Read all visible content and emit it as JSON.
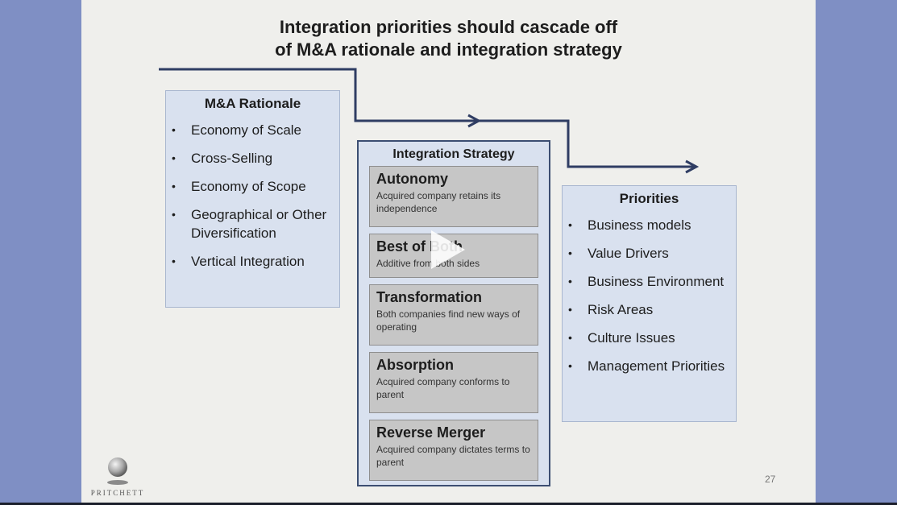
{
  "slide": {
    "title_line1": "Integration priorities should cascade off",
    "title_line2": "of M&A rationale and integration strategy",
    "page_number": "27"
  },
  "rationale": {
    "title": "M&A Rationale",
    "items": [
      "Economy of Scale",
      "Cross-Selling",
      "Economy of Scope",
      "Geographical or Other Diversification",
      "Vertical Integration"
    ]
  },
  "strategy": {
    "title": "Integration Strategy",
    "items": [
      {
        "heading": "Autonomy",
        "desc": "Acquired company retains its independence"
      },
      {
        "heading": "Best of Both",
        "desc": "Additive from both sides"
      },
      {
        "heading": "Transformation",
        "desc": "Both companies find new ways of operating"
      },
      {
        "heading": "Absorption",
        "desc": "Acquired company conforms to parent"
      },
      {
        "heading": "Reverse Merger",
        "desc": "Acquired company dictates terms to parent"
      }
    ]
  },
  "priorities": {
    "title": "Priorities",
    "items": [
      "Business models",
      "Value Drivers",
      "Business Environment",
      "Risk Areas",
      "Culture Issues",
      "Management Priorities"
    ]
  },
  "logo": {
    "text": "PRITCHETT",
    "icon": "sphere-logo-icon"
  },
  "player": {
    "icon": "play-icon"
  },
  "colors": {
    "frame": "#7f8fc4",
    "slide_background": "#efefec",
    "box_fill": "#d9e1ef",
    "box_border": "#a8b6cf",
    "strategy_border": "#3c4e72",
    "item_fill": "#c6c6c6",
    "arrow": "#2f3d63"
  }
}
